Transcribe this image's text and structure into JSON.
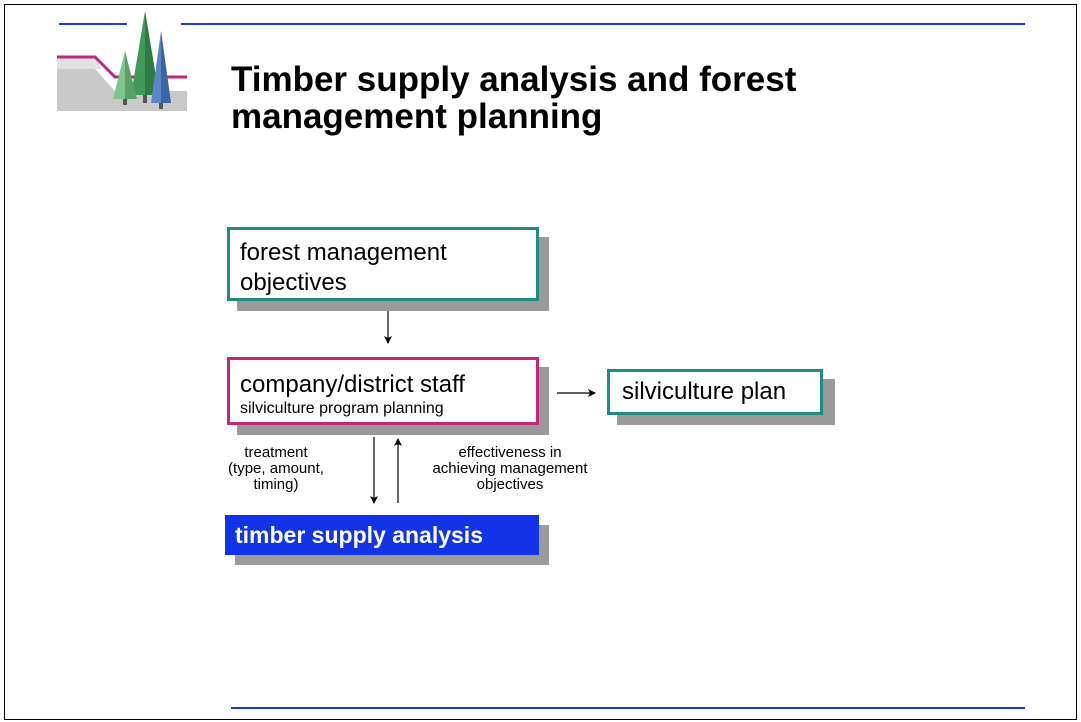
{
  "slide": {
    "title": "Timber supply analysis and forest management planning"
  },
  "diagram": {
    "objectives_box": {
      "line1": "forest management",
      "line2": "objectives"
    },
    "staff_box": {
      "main": "company/district staff",
      "sub": "silviculture program planning"
    },
    "plan_box": {
      "label": "silviculture plan"
    },
    "tsa_box": {
      "label": "timber supply analysis"
    },
    "treatment_label": {
      "line1": "treatment",
      "line2": "(type, amount,",
      "line3": "timing)"
    },
    "effectiveness_label": {
      "line1": "effectiveness in",
      "line2": "achieving management",
      "line3": "objectives"
    }
  },
  "colors": {
    "accent_line": "#1a3fd0",
    "teal_border": "#1f8c80",
    "magenta_border": "#c4267b",
    "tsa_fill": "#1234e6",
    "shadow": "#9a9a9a"
  },
  "icons": {
    "logo": "forest-trees-logo"
  }
}
